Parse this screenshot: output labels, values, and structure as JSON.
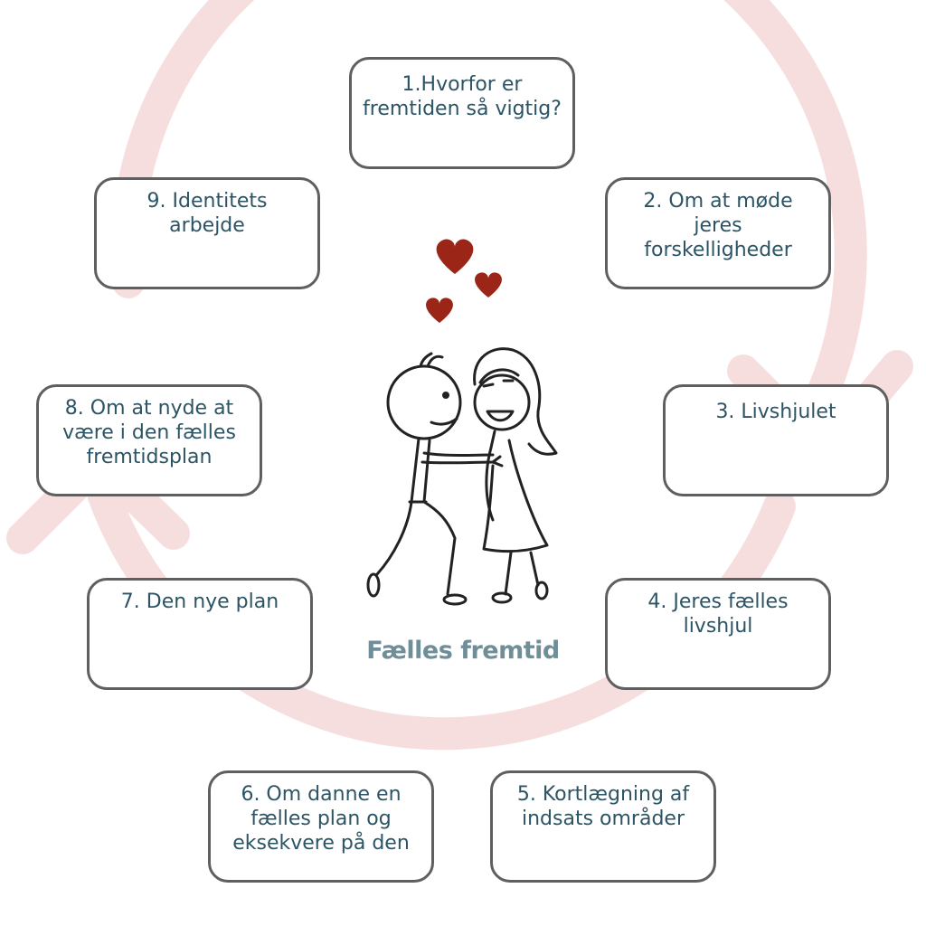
{
  "title": "Fælles fremtid",
  "steps": [
    {
      "label": "1.Hvorfor er fremtiden så vigtig?"
    },
    {
      "label": "2. Om at møde jeres forskelligheder"
    },
    {
      "label": "3. Livshjulet"
    },
    {
      "label": "4. Jeres fælles livshjul"
    },
    {
      "label": "5. Kortlægning af indsats områder"
    },
    {
      "label": "6. Om danne en fælles plan og eksekvere på den"
    },
    {
      "label": "7. Den nye plan"
    },
    {
      "label": "8. Om at nyde at være i den fælles fremtidsplan"
    },
    {
      "label": "9. Identitets arbejde"
    }
  ],
  "colors": {
    "ring": "#f7dede",
    "box_border": "#5f5f5f",
    "step_text": "#2c5465",
    "title_text": "#6f8e98",
    "heart": "#9b2517"
  },
  "icons": [
    "heart-icon",
    "couple-illustration"
  ]
}
